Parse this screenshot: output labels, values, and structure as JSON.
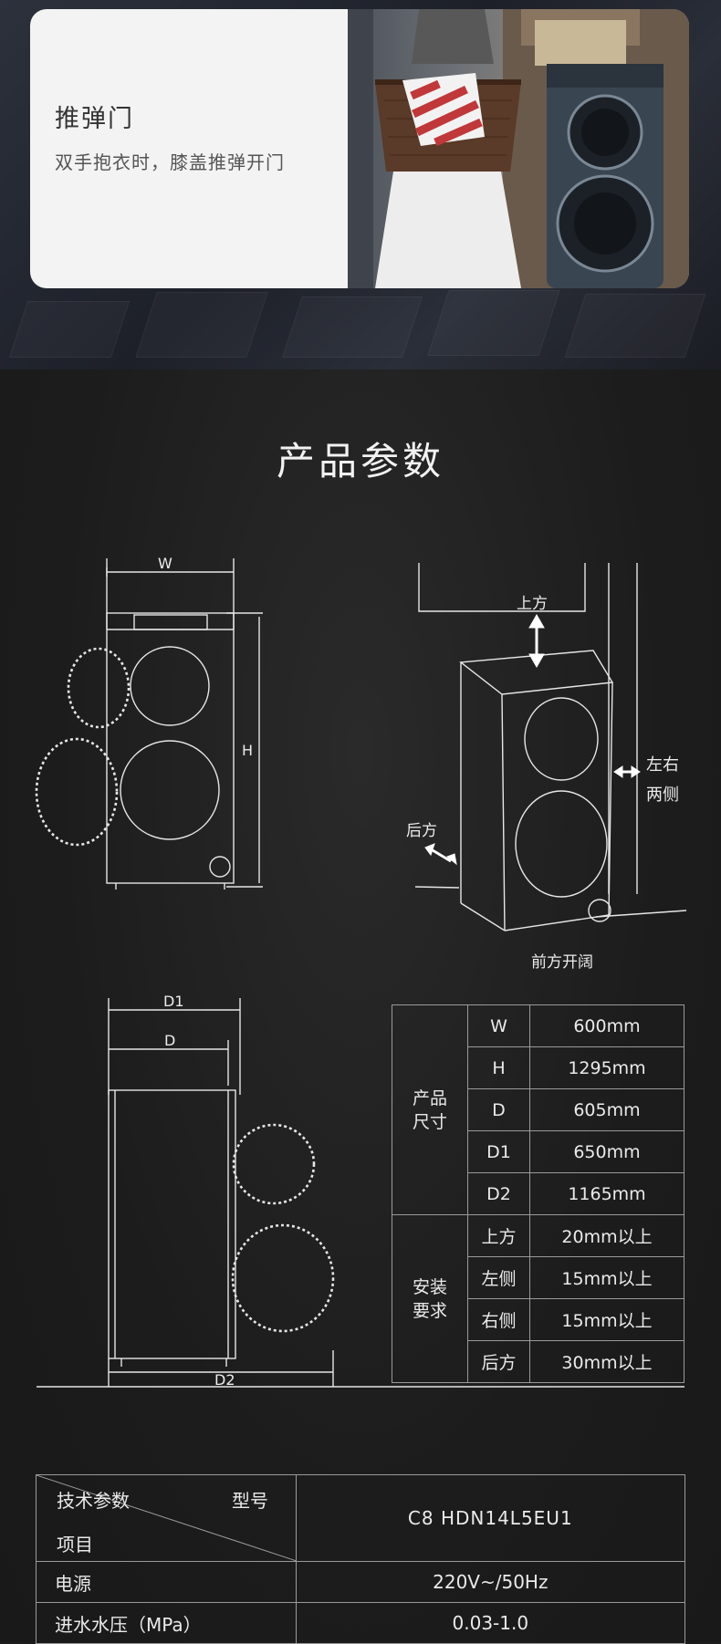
{
  "feature": {
    "title": "推弹门",
    "subtitle": "双手抱衣时，膝盖推弹开门"
  },
  "section_title": "产品参数",
  "diagram": {
    "front_view": {
      "w_label": "W",
      "h_label": "H"
    },
    "install_view": {
      "top_label": "上方",
      "sides_label_1": "左右",
      "sides_label_2": "两侧",
      "back_label": "后方",
      "front_label": "前方开阔"
    },
    "side_view": {
      "d1_label": "D1",
      "d_label": "D",
      "d2_label": "D2"
    }
  },
  "size_table": {
    "group1": {
      "label_line1": "产品",
      "label_line2": "尺寸"
    },
    "group2": {
      "label_line1": "安装",
      "label_line2": "要求"
    },
    "rows": [
      {
        "key": "W",
        "value": "600mm"
      },
      {
        "key": "H",
        "value": "1295mm"
      },
      {
        "key": "D",
        "value": "605mm"
      },
      {
        "key": "D1",
        "value": "650mm"
      },
      {
        "key": "D2",
        "value": "1165mm"
      },
      {
        "key": "上方",
        "value": "20mm以上"
      },
      {
        "key": "左侧",
        "value": "15mm以上"
      },
      {
        "key": "右侧",
        "value": "15mm以上"
      },
      {
        "key": "后方",
        "value": "30mm以上"
      }
    ]
  },
  "tech_table": {
    "header": {
      "label_a": "技术参数",
      "label_b": "型号",
      "label_c": "项目",
      "model": "C8 HDN14L5EU1"
    },
    "rows": [
      {
        "item": "电源",
        "value": "220V~/50Hz"
      },
      {
        "item": "进水水压（MPa）",
        "value": "0.03-1.0"
      }
    ]
  }
}
